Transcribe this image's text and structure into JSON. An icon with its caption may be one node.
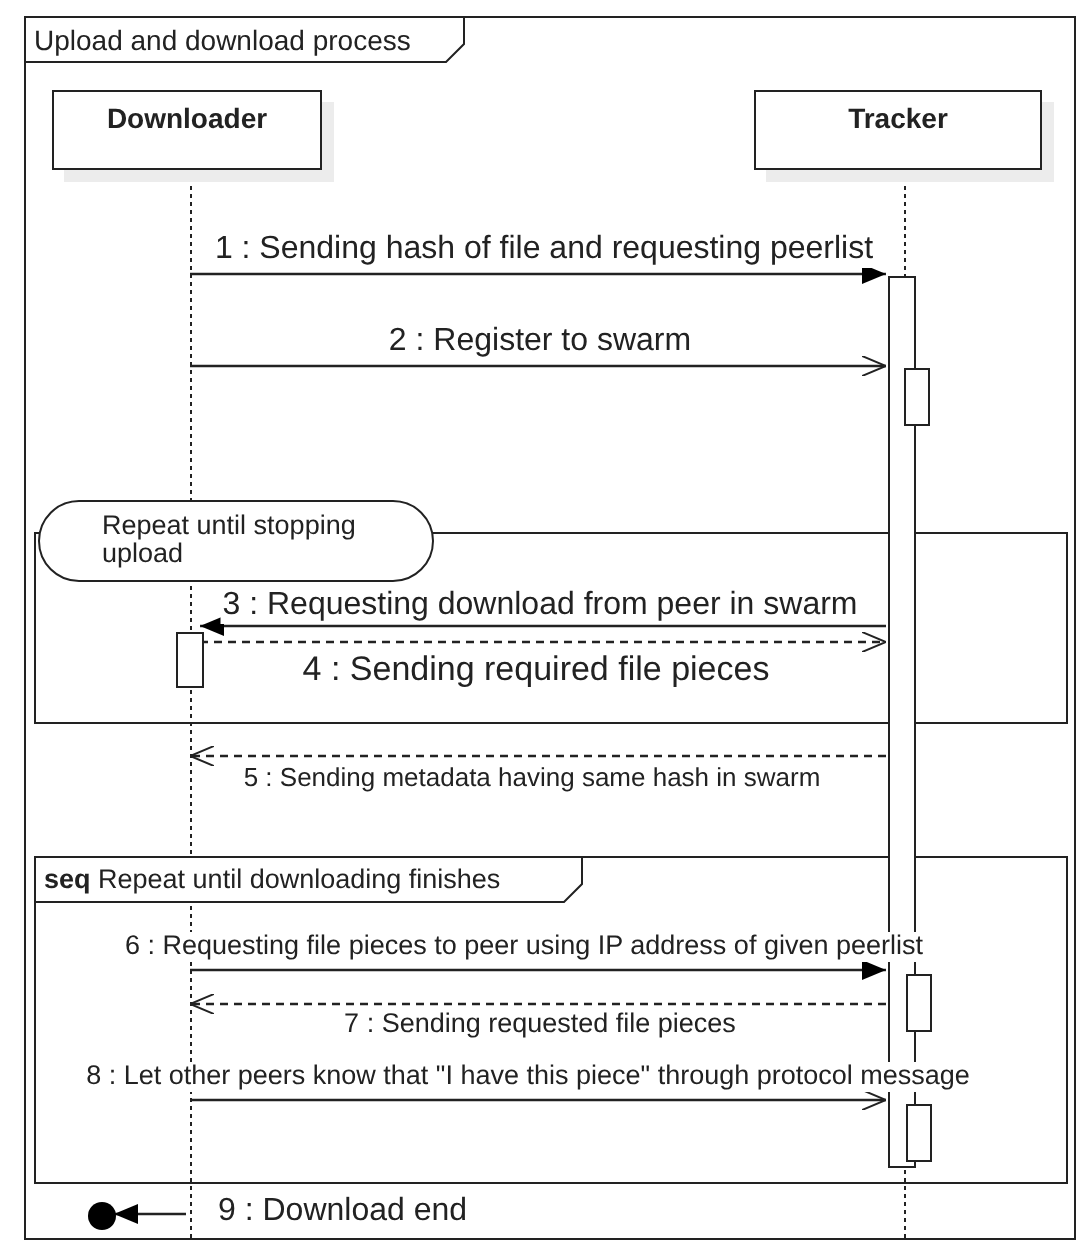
{
  "diagram": {
    "nodes": [
      {
        "text": [
          "Upload and download process"
        ]
      },
      {
        "text": [
          "Downloader"
        ],
        "in": 0
      },
      {
        "text": [
          "Tracker"
        ],
        "in": 0
      },
      {
        "text": [],
        "shape": "line",
        "in": 0
      },
      {
        "text": [],
        "shape": "line",
        "in": 0
      },
      {
        "text": [],
        "shape": "bar",
        "in": 0
      },
      {
        "text": [],
        "shape": "bar",
        "in": 0
      },
      {
        "text": [
          "Repeat until stopping upload"
        ],
        "in": 0
      },
      {
        "text": [],
        "shape": "bar",
        "in": 7
      },
      {
        "text": [
          "**seq** Repeat until downloading finishes"
        ],
        "in": 0
      },
      {
        "text": [],
        "shape": "bar",
        "in": 9
      },
      {
        "text": [],
        "shape": "bar",
        "in": 9
      },
      {
        "text": [],
        "shape": "circle",
        "in": 0
      }
    ],
    "edges": [
      {
        "from": 3,
        "to": 5,
        "arrow": "to",
        "label": "1 : Sending hash of file and requesting peerlist"
      },
      {
        "from": 3,
        "to": 5,
        "arrow": "to",
        "label": "2 : Register to swarm"
      },
      {
        "from": 5,
        "to": 8,
        "arrow": "to",
        "label": "3 : Requesting download from peer in swarm"
      },
      {
        "from": 8,
        "to": 5,
        "arrow": "to",
        "style": "dashed",
        "label": "4 : Sending required file pieces"
      },
      {
        "from": 5,
        "to": 3,
        "arrow": "to",
        "style": "dashed",
        "label": "5 : Sending metadata having same hash in swarm"
      },
      {
        "from": 3,
        "to": 5,
        "arrow": "to",
        "label": "6 : Requesting file pieces to peer using IP address of given peerlist"
      },
      {
        "from": 5,
        "to": 3,
        "arrow": "to",
        "style": "dashed",
        "label": "7 : Sending requested file pieces"
      },
      {
        "from": 3,
        "to": 5,
        "arrow": "to",
        "label": "8 : Let other peers know that \"I have this piece\" through protocol message"
      },
      {
        "from": 3,
        "to": 12,
        "arrow": "to",
        "label": "9 : Download end"
      }
    ]
  }
}
